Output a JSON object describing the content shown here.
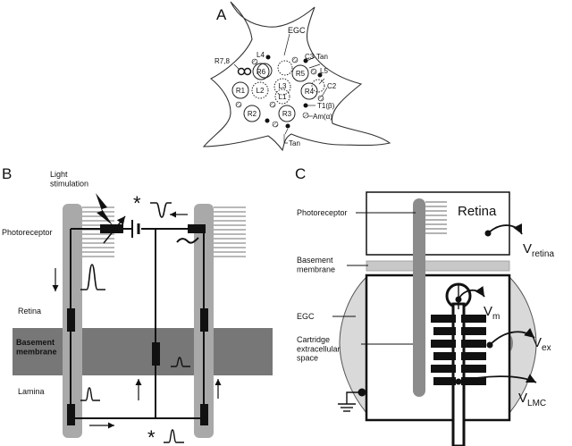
{
  "panel_a": {
    "letter": "A",
    "labels": {
      "egc": "EGC",
      "r78": "R7,8",
      "l4": "L4",
      "c3": "C3",
      "tan_top": "Tan",
      "l5": "L5",
      "c2": "C2",
      "r6": "R6",
      "r5": "R5",
      "r1": "R1",
      "l2": "L2",
      "l3": "L3",
      "l1": "L1",
      "r4": "R4",
      "t1": "T1(β)",
      "r2": "R2",
      "r3": "R3",
      "am": "Am(α)",
      "tan_bottom": "Tan"
    }
  },
  "panel_b": {
    "letter": "B",
    "light_stimulation": "Light\nstimulation",
    "photoreceptor": "Photoreceptor",
    "retina": "Retina",
    "basement_membrane": "Basement\nmembrane",
    "lamina": "Lamina",
    "asterisk_top": "*",
    "asterisk_bottom": "*"
  },
  "panel_c": {
    "letter": "C",
    "photoreceptor": "Photoreceptor",
    "retina_box": "Retina",
    "basement_membrane": "Basement\nmembrane",
    "egc": "EGC",
    "cartridge": "Cartridge\nextracellular\nspace",
    "v_retina": "V",
    "v_retina_sub": "retina",
    "v_m": "V",
    "v_m_sub": "m",
    "v_ex": "V",
    "v_ex_sub": "ex",
    "v_lmc": "V",
    "v_lmc_sub": "LMC"
  }
}
